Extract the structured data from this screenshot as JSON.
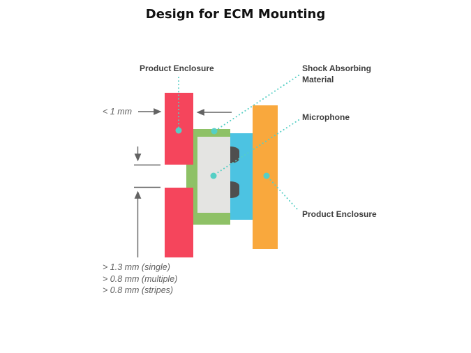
{
  "title": "Design for ECM Mounting",
  "callouts": {
    "product_enclosure_top": "Product Enclosure",
    "shock_absorbing_material": "Shock Absorbing\nMaterial",
    "microphone": "Microphone",
    "product_enclosure_right": "Product Enclosure"
  },
  "dimensions": {
    "enclosure_wall_thickness": "< 1 mm",
    "sound_port_rules": "> 1.3 mm (single)\n> 0.8 mm (multiple)\n> 0.8 mm (stripes)"
  },
  "components": [
    {
      "id": "enclosure-front-wall",
      "label": "Product Enclosure",
      "color": "#f5455c"
    },
    {
      "id": "shock-absorbing-material",
      "label": "Shock Absorbing Material",
      "color": "#8ec166"
    },
    {
      "id": "microphone-body",
      "label": "Microphone",
      "color": "#e4e4e2"
    },
    {
      "id": "microphone-inner-block",
      "color": "#4cc3e2"
    },
    {
      "id": "microphone-ports",
      "color": "#4f4f4f"
    },
    {
      "id": "enclosure-rear-wall",
      "label": "Product Enclosure",
      "color": "#f9a83d"
    }
  ],
  "colors": {
    "callout_teal": "#55cfc5",
    "dimension_gray": "#636363",
    "label_text": "#3d3d3d",
    "dimension_text": "#5f5f5f",
    "title_text": "#111111"
  }
}
